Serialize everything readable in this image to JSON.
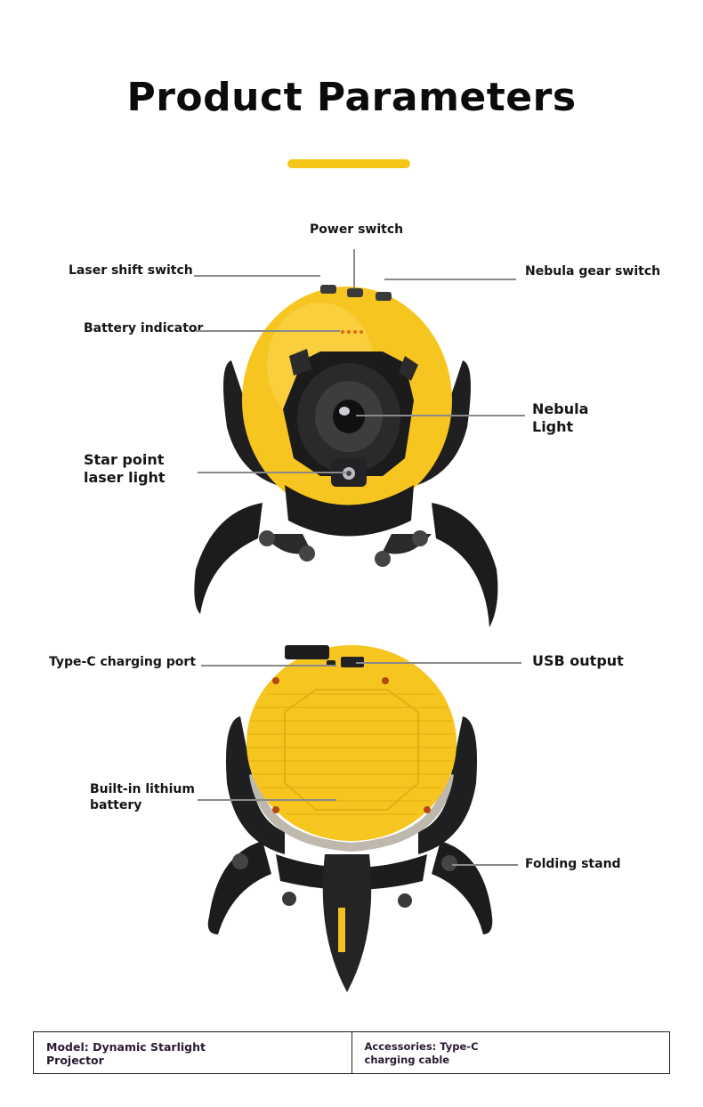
{
  "header": {
    "title": "Product Parameters",
    "accent_color": "#f5c518"
  },
  "front_view": {
    "power_switch": "Power switch",
    "laser_shift_switch": "Laser shift switch",
    "nebula_gear_switch": "Nebula gear switch",
    "battery_indicator": "Battery indicator",
    "nebula_light_line1": "Nebula",
    "nebula_light_line2": "Light",
    "star_point_line1": "Star point",
    "star_point_line2": "laser light"
  },
  "back_view": {
    "type_c_port": "Type-C charging port",
    "usb_output": "USB output",
    "battery_line1": "Built-in lithium",
    "battery_line2": "battery",
    "folding_stand": "Folding stand"
  },
  "specs": {
    "model": "Model: Dynamic Starlight Projector",
    "accessories": "Accessories: Type-C charging cable"
  },
  "colors": {
    "body_yellow": "#f7c520",
    "stand_black": "#1c1c1e"
  }
}
